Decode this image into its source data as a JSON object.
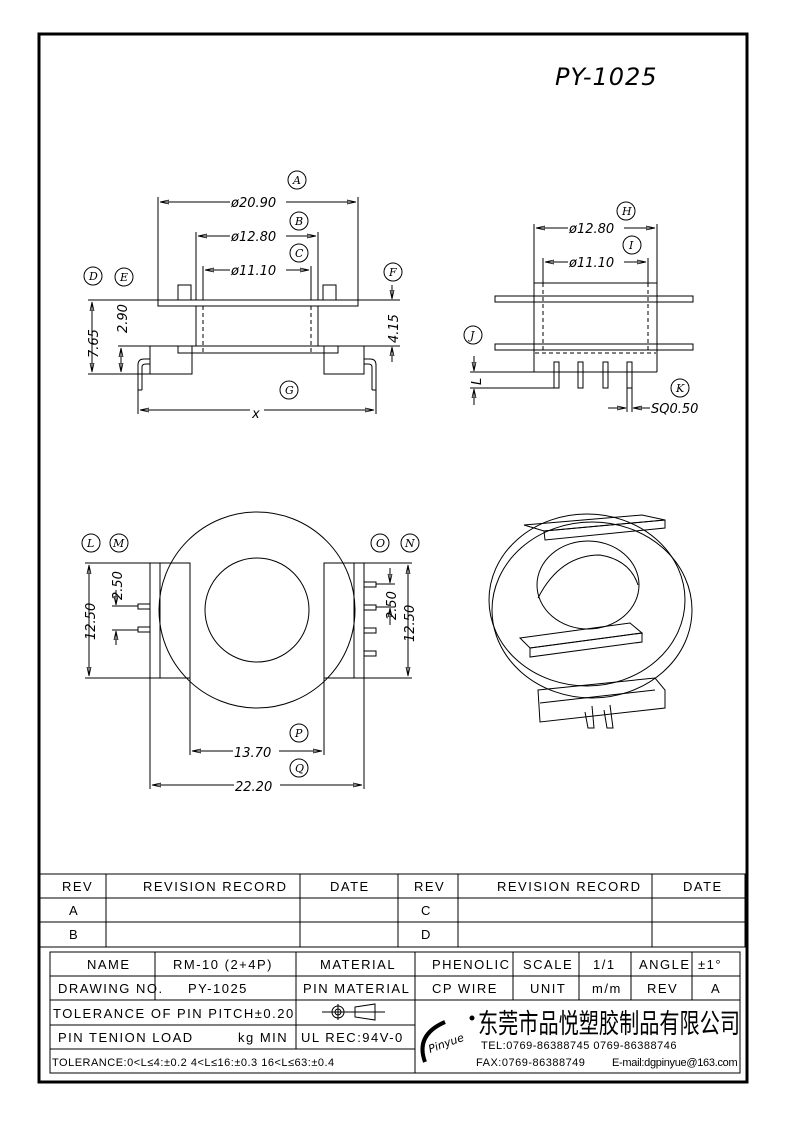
{
  "drawing_title": "PY-1025",
  "views": {
    "front": {
      "labels": [
        "A",
        "B",
        "C",
        "D",
        "E",
        "F",
        "G"
      ],
      "dims": {
        "a": "ø20.90",
        "b": "ø12.80",
        "c": "ø11.10",
        "d": "7.65",
        "e": "2.90",
        "f": "4.15",
        "g": "x"
      }
    },
    "side": {
      "labels": [
        "H",
        "I",
        "J",
        "K"
      ],
      "dims": {
        "h": "ø12.80",
        "i": "ø11.10",
        "j": "L",
        "k": "SQ0.50"
      }
    },
    "top": {
      "labels": [
        "L",
        "M",
        "N",
        "O",
        "P",
        "Q"
      ],
      "dims": {
        "l": "12.50",
        "m": "2.50",
        "n": "12.50",
        "o": "2.50",
        "p": "13.70",
        "q": "22.20"
      }
    }
  },
  "revision_table": {
    "headers": [
      "REV",
      "REVISION RECORD",
      "DATE",
      "REV",
      "REVISION RECORD",
      "DATE"
    ],
    "rows": [
      [
        "A",
        "",
        "",
        "C",
        "",
        ""
      ],
      [
        "B",
        "",
        "",
        "D",
        "",
        ""
      ]
    ]
  },
  "title_block": {
    "name_label": "NAME",
    "name_value": "RM-10 (2+4P)",
    "material_label": "MATERIAL",
    "material_value": "PHENOLIC",
    "scale_label": "SCALE",
    "scale_value": "1/1",
    "angle_label": "ANGLE",
    "angle_value": "±1°",
    "drawing_no_label": "DRAWING NO.",
    "drawing_no_value": "PY-1025",
    "pin_material_label": "PIN MATERIAL",
    "pin_material_value": "CP WIRE",
    "unit_label": "UNIT",
    "unit_value": "m/m",
    "rev_label": "REV",
    "rev_value": "A",
    "pin_pitch": "TOLERANCE OF PIN PITCH±0.20",
    "pin_load": "PIN TENION LOAD",
    "pin_load_unit": "kg MIN",
    "ul": "UL REC:94V-0",
    "tolerance": "TOLERANCE:0<L≤4:±0.2  4<L≤16:±0.3  16<L≤63:±0.4",
    "company": "东莞市品悦塑胶制品有限公司",
    "logo": "Pinyue",
    "tel": "TEL:0769-86388745    0769-86388746",
    "fax": "FAX:0769-86388749",
    "email": "E-mail:dgpinyue@163.com"
  }
}
